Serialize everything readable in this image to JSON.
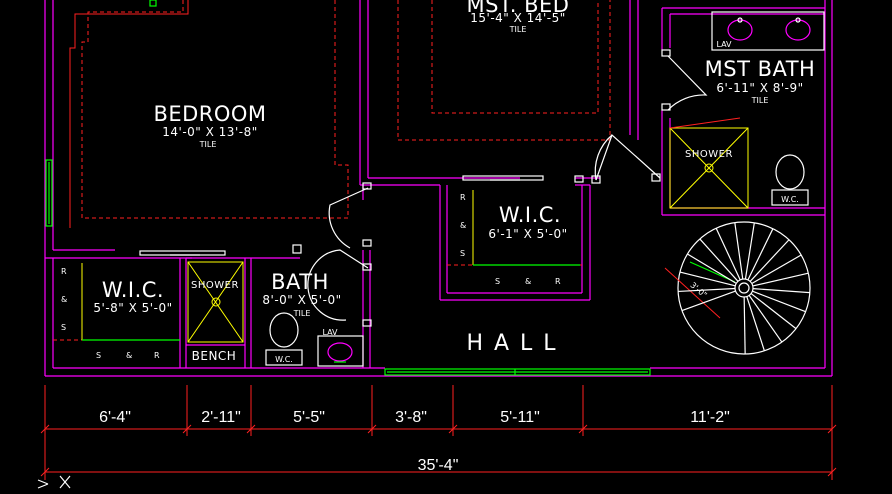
{
  "rooms": {
    "mst_bed": {
      "name": "MST. BED",
      "size": "15'-4\" X 14'-5\"",
      "finish": "TILE"
    },
    "bedroom": {
      "name": "BEDROOM",
      "size": "14'-0\" X 13'-8\"",
      "finish": "TILE"
    },
    "mst_bath": {
      "name": "MST BATH",
      "size": "6'-11\" X 8'-9\"",
      "finish": "TILE"
    },
    "wic_center": {
      "name": "W.I.C.",
      "size": "6'-1\" X 5'-0\""
    },
    "wic_left": {
      "name": "W.I.C.",
      "size": "5'-8\" X 5'-0\""
    },
    "bath": {
      "name": "BATH",
      "size": "8'-0\" X 5'-0\"",
      "finish": "TILE"
    },
    "hall": {
      "name": "H A L L"
    }
  },
  "fixtures": {
    "shower_right": "SHOWER",
    "shower_left": "SHOWER",
    "bench": "BENCH",
    "wc_right": "W.C.",
    "wc_left": "W.C.",
    "lav_top": "LAV",
    "lav_bottom": "LAV",
    "stair_width": "3'-0\"",
    "shelf_rod_a": "S",
    "shelf_rod_b": "&",
    "shelf_rod_c": "R"
  },
  "dimensions": {
    "segments": [
      "6'-4\"",
      "2'-11\"",
      "5'-5\"",
      "3'-8\"",
      "5'-11\"",
      "11'-2\""
    ],
    "total": "35'-4\""
  },
  "colors": {
    "background": "#000000",
    "wall": "#ff00ff",
    "detail": "#ff2020",
    "text": "#ffffff",
    "fixture": "#ffff00",
    "window": "#00ff00"
  }
}
